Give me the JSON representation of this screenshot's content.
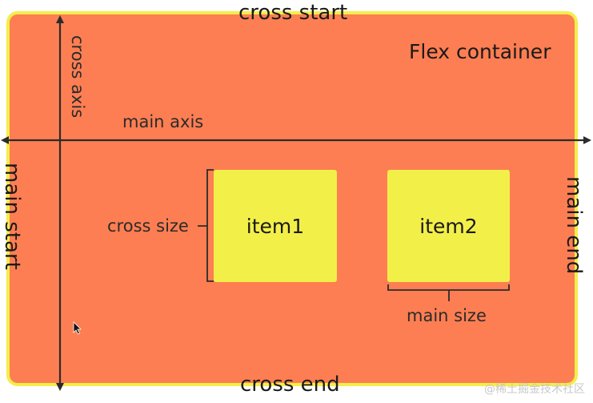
{
  "diagram": {
    "edges": {
      "cross_start": "cross start",
      "cross_end": "cross end",
      "main_start": "main start",
      "main_end": "main end"
    },
    "container_label": "Flex container",
    "axes": {
      "cross_axis": "cross axis",
      "main_axis": "main axis"
    },
    "items": [
      {
        "label": "item1"
      },
      {
        "label": "item2"
      }
    ],
    "measures": {
      "cross_size": "cross size",
      "main_size": "main size"
    },
    "colors": {
      "container": "#fd7e52",
      "border": "#f4ee4a",
      "item": "#f3ef49",
      "line": "#2b2b2b"
    }
  },
  "watermark": "@稀土掘金技术社区"
}
